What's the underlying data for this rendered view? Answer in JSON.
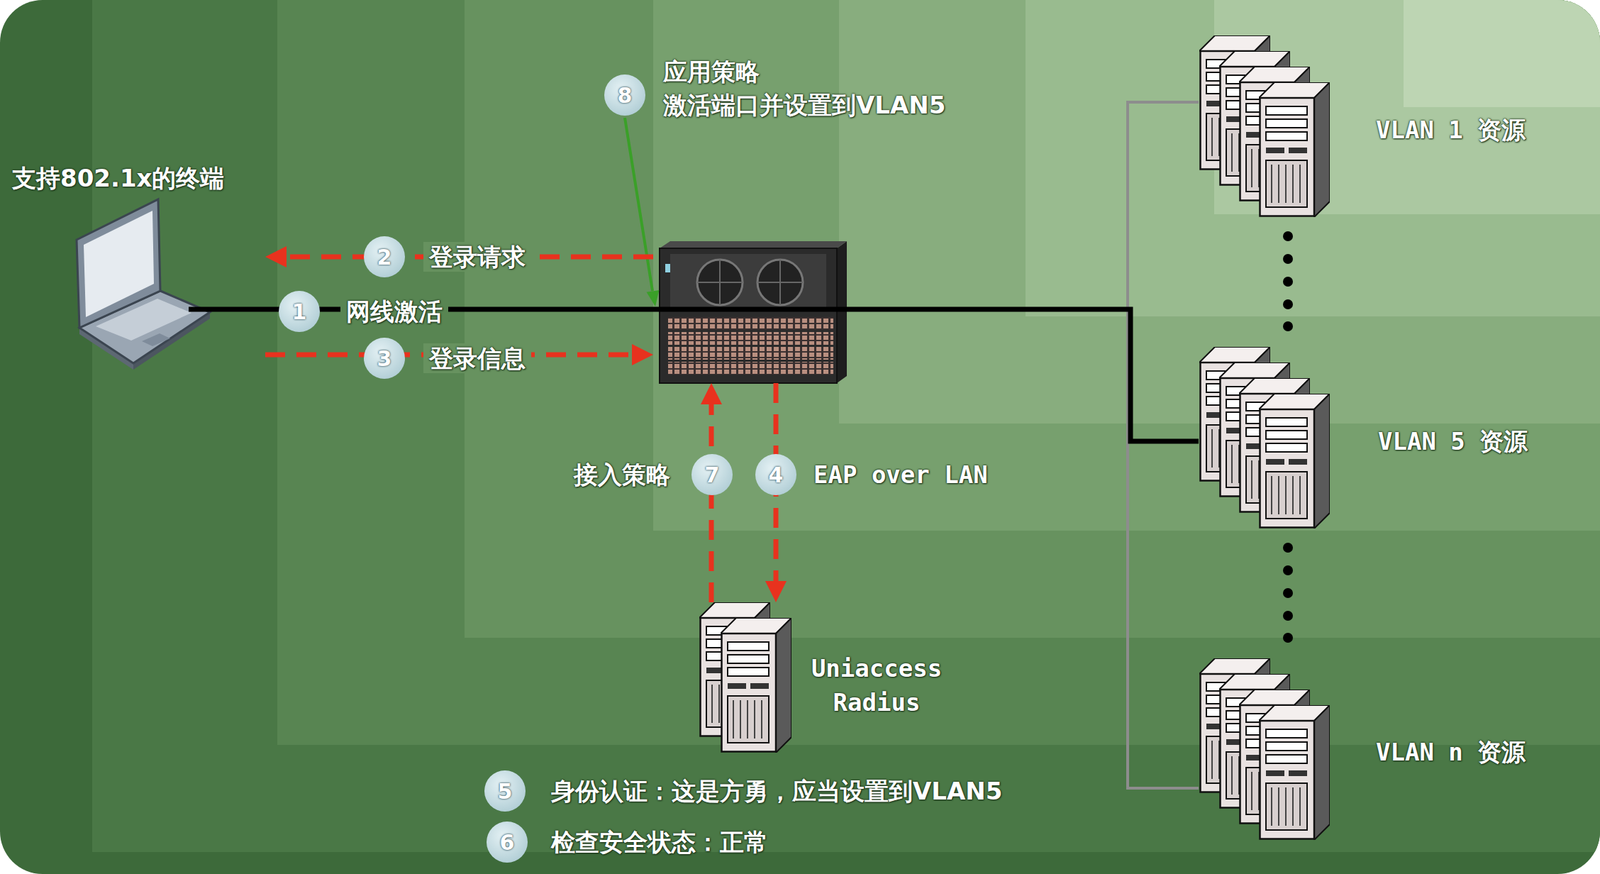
{
  "diagram": {
    "nodes": [
      {
        "text": [
          "支持802.1x的终端"
        ]
      },
      {
        "text": []
      },
      {
        "text": [
          "Uniaccess Radius"
        ]
      },
      {
        "text": [
          "VLAN 1 资源"
        ]
      },
      {
        "text": [
          "VLAN 5 资源"
        ]
      },
      {
        "text": [
          "VLAN n 资源"
        ]
      }
    ],
    "edges": [
      {
        "from": 0,
        "to": 1,
        "arrow": "none",
        "label": "网线激活"
      },
      {
        "from": 1,
        "to": 4,
        "arrow": "none"
      },
      {
        "from": 1,
        "to": 0,
        "arrow": "to",
        "label": "登录请求"
      },
      {
        "from": 0,
        "to": 1,
        "arrow": "to",
        "label": "登录信息"
      },
      {
        "from": 1,
        "to": 2,
        "arrow": "to",
        "label": "EAP over LAN"
      },
      {
        "from": 2,
        "to": 1,
        "arrow": "to",
        "label": "接入策略"
      }
    ],
    "labels": [
      "8",
      "应用策略",
      "激活端口并设置到VLAN5",
      "2",
      "1",
      "3",
      "7",
      "4",
      "5",
      "身份认证：这是方勇，应当设置到VLAN5",
      "6",
      "检查安全状态：正常"
    ]
  }
}
